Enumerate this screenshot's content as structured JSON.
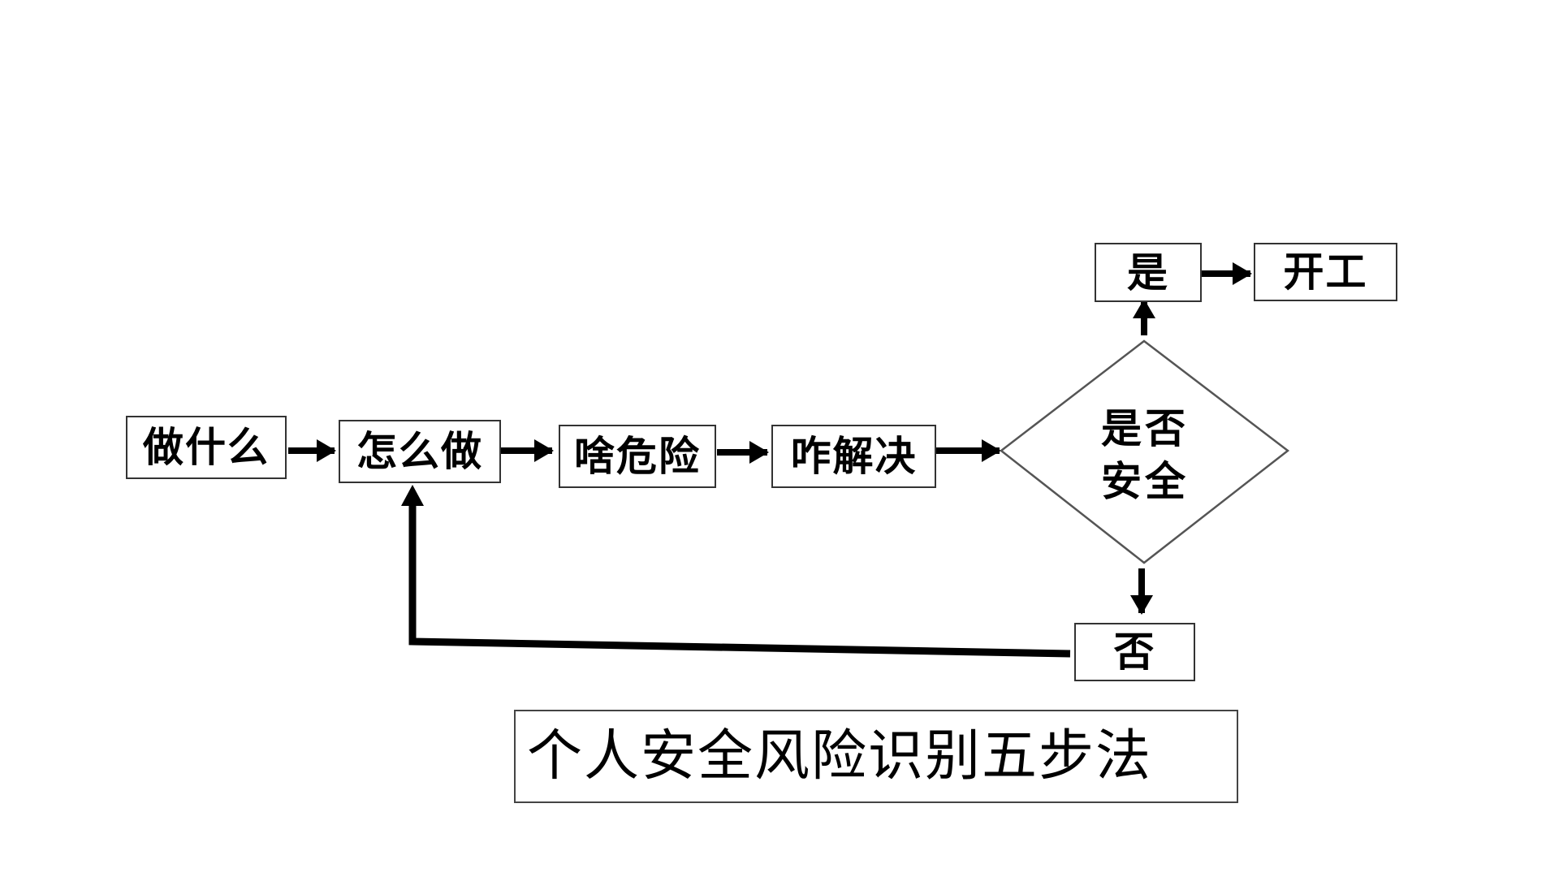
{
  "diagram": {
    "steps": [
      {
        "id": "step1",
        "label": "做什么"
      },
      {
        "id": "step2",
        "label": "怎么做"
      },
      {
        "id": "step3",
        "label": "啥危险"
      },
      {
        "id": "step4",
        "label": "咋解决"
      }
    ],
    "decision": {
      "line1": "是否",
      "line2": "安全"
    },
    "yes_label": "是",
    "start_label": "开工",
    "no_label": "否",
    "title": "个人安全风险识别五步法",
    "colors": {
      "line": "#000000",
      "border": "#333333",
      "diamond_stroke": "#555555"
    }
  }
}
